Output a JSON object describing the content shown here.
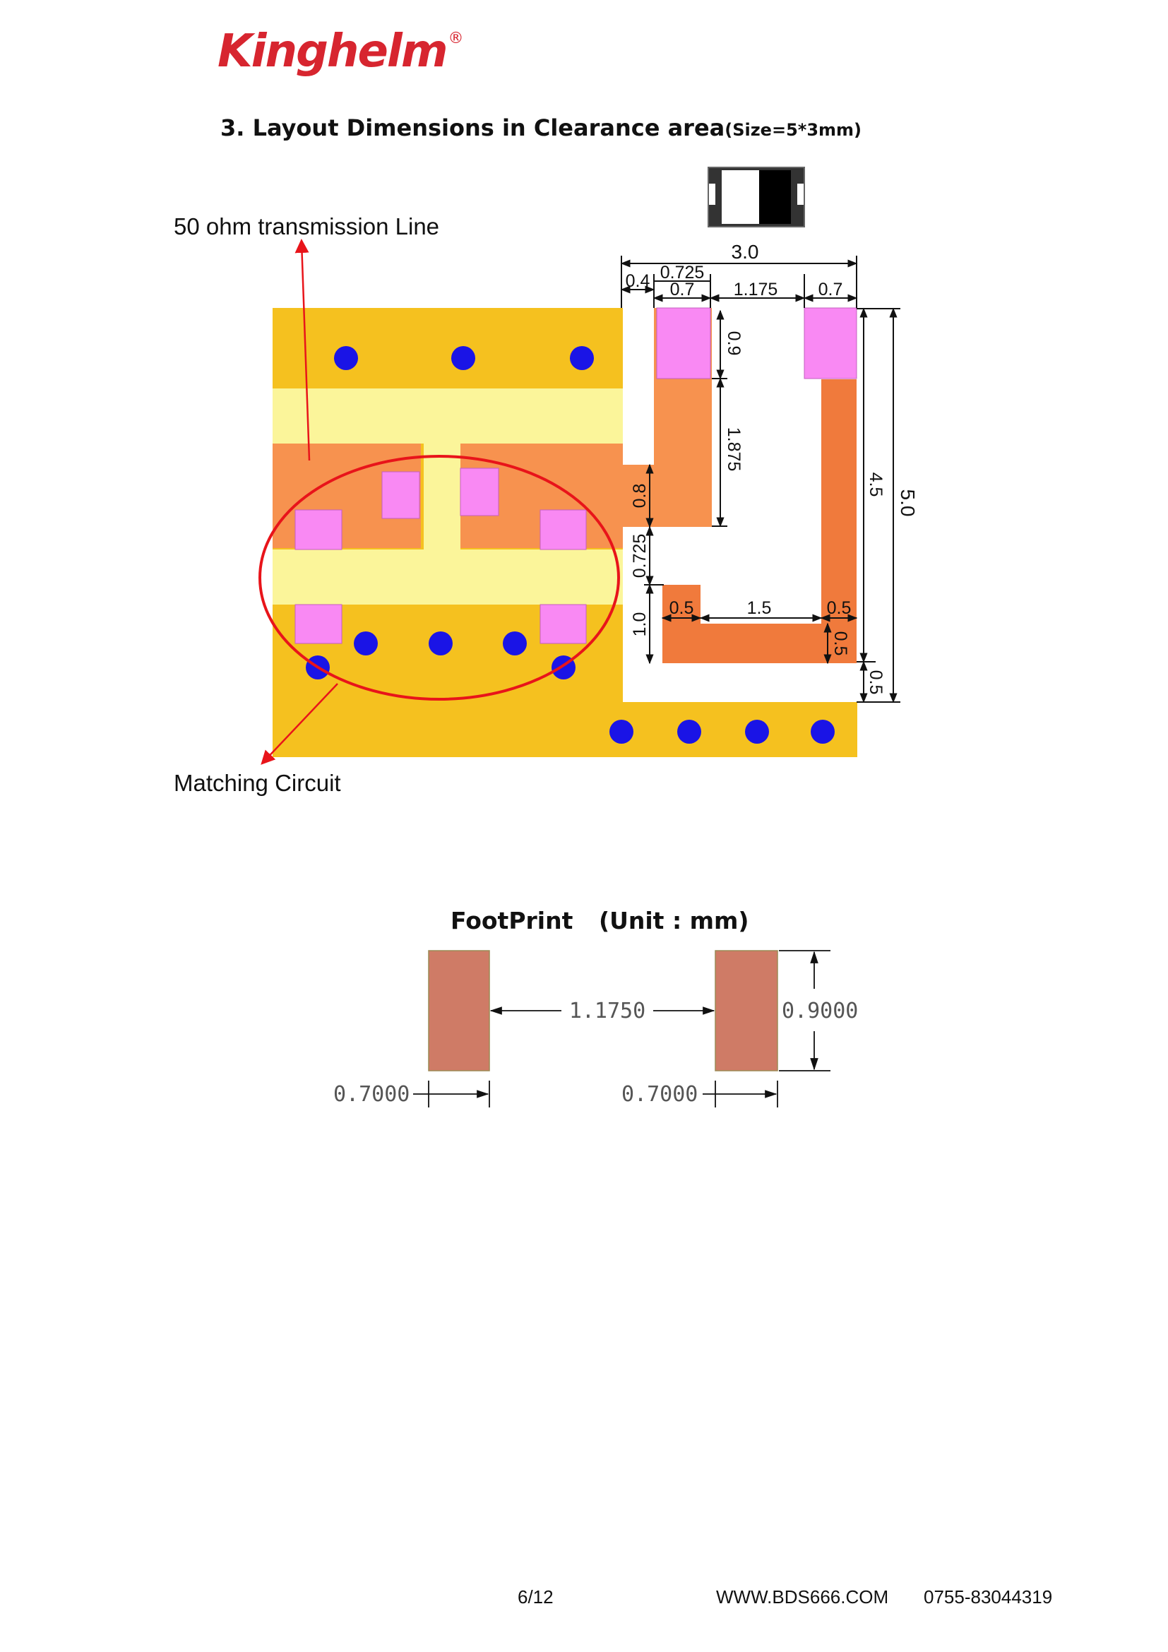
{
  "brand": {
    "name": "Kinghelm",
    "reg": "®"
  },
  "section": {
    "title": "3.  Layout Dimensions in Clearance area",
    "size_note": "(Size=5*3mm)"
  },
  "labels": {
    "transmission_line": "50 ohm transmission Line",
    "matching_circuit": "Matching Circuit"
  },
  "layout_dims": {
    "overall_width": "3.0",
    "d_04": "0.4",
    "d_0725_top": "0.725",
    "d_07_left": "0.7",
    "d_1175": "1.175",
    "d_07_right": "0.7",
    "d_09": "0.9",
    "d_1875": "1.875",
    "d_45": "4.5",
    "d_50": "5.0",
    "d_08": "0.8",
    "d_0725_side": "0.725",
    "d_10": "1.0",
    "d_05_left": "0.5",
    "d_15": "1.5",
    "d_05_right": "0.5",
    "d_05_vert": "0.5",
    "d_05_bottom": "0.5"
  },
  "footprint": {
    "title": "FootPrint",
    "unit": "(Unit : mm)",
    "gap": "1.1750",
    "height": "0.9000",
    "pad_width_left": "0.7000",
    "pad_width_right": "0.7000"
  },
  "footer": {
    "page": "6/12",
    "website": "WWW.BDS666.COM",
    "phone": "0755-83044319"
  },
  "colors": {
    "brand_red": "#d7252f",
    "gold": "#f5c11f",
    "trace_yellow": "#fbf59a",
    "copper": "#f7924f",
    "pad_pink": "#f989f3",
    "via_blue": "#1a14e6",
    "circle_red": "#e8141a",
    "footprint_pad": "#cf7b66"
  }
}
